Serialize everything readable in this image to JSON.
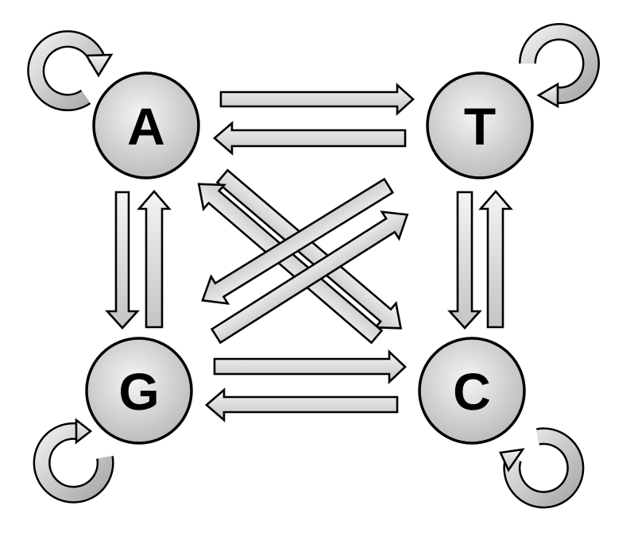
{
  "nodes": {
    "A": {
      "label": "A"
    },
    "T": {
      "label": "T"
    },
    "G": {
      "label": "G"
    },
    "C": {
      "label": "C"
    }
  },
  "transitions": [
    {
      "from": "A",
      "to": "A"
    },
    {
      "from": "T",
      "to": "T"
    },
    {
      "from": "G",
      "to": "G"
    },
    {
      "from": "C",
      "to": "C"
    },
    {
      "from": "A",
      "to": "T"
    },
    {
      "from": "T",
      "to": "A"
    },
    {
      "from": "A",
      "to": "G"
    },
    {
      "from": "G",
      "to": "A"
    },
    {
      "from": "T",
      "to": "C"
    },
    {
      "from": "C",
      "to": "T"
    },
    {
      "from": "G",
      "to": "C"
    },
    {
      "from": "C",
      "to": "G"
    },
    {
      "from": "A",
      "to": "C"
    },
    {
      "from": "C",
      "to": "A"
    },
    {
      "from": "T",
      "to": "G"
    },
    {
      "from": "G",
      "to": "T"
    }
  ],
  "colors": {
    "fill_light": "#f2f2f2",
    "fill_dark": "#bdbdbd",
    "stroke": "#000000"
  }
}
